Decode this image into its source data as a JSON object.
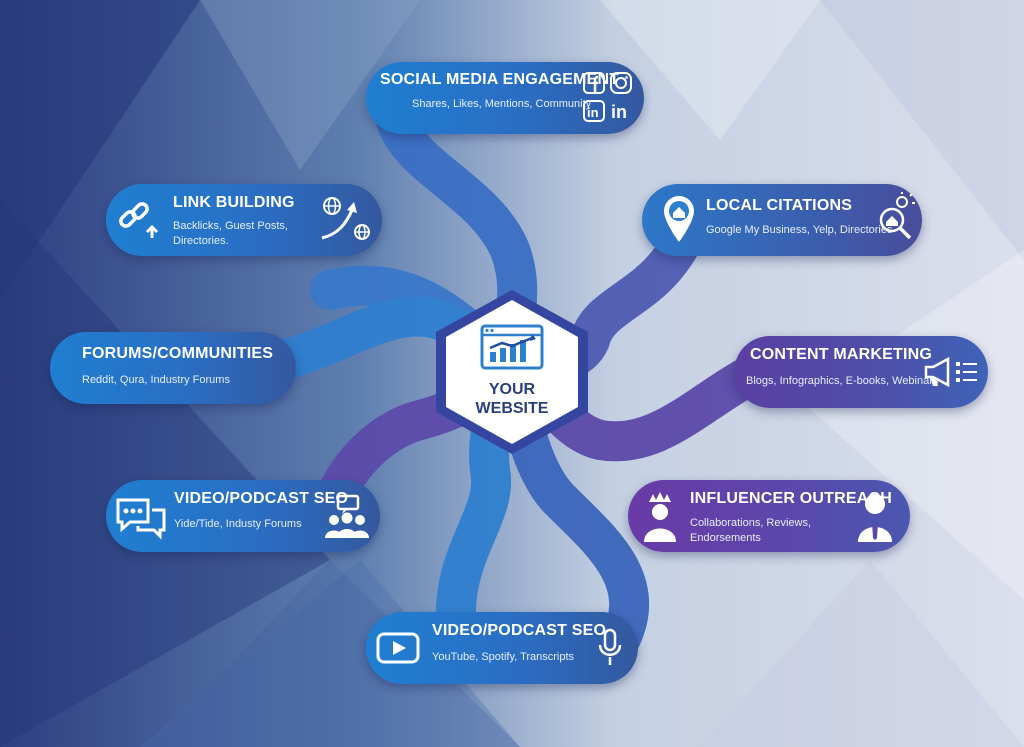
{
  "center": {
    "line1": "YOUR",
    "line2": "WEBSITE"
  },
  "nodes": {
    "social": {
      "title": "SOCIAL MEDIA ENGAGEMENT",
      "sub": "Shares, Likes, Mentions, Community"
    },
    "link": {
      "title": "LINK BUILDING",
      "sub1": "Backlicks, Guest Posts,",
      "sub2": "Directories."
    },
    "local": {
      "title": "LOCAL CITATIONS",
      "sub": "Google My Business, Yelp, Directories"
    },
    "forums": {
      "title": "FORUMS/COMMUNITIES",
      "sub": "Reddit, Qura, Industry Forums"
    },
    "content": {
      "title": "CONTENT MARKETING",
      "sub": "Blogs, Infographics, E-books, Webinars"
    },
    "video_left": {
      "title": "VIDEO/PODCAST SEO",
      "sub": "Yide/Tide, Industy Forums"
    },
    "influencer": {
      "title": "INFLUENCER OUTREACH",
      "sub1": "Collaborations, Reviews,",
      "sub2": "Endorsements"
    },
    "video_bottom": {
      "title": "VIDEO/PODCAST SEO",
      "sub": "YouTube, Spotify, Transcripts"
    }
  },
  "colors": {
    "bg_dark": "#2b3f7e",
    "bg_light": "#dfe3ee",
    "path_blue": "#2f86d4",
    "path_purple": "#5a48ab"
  }
}
